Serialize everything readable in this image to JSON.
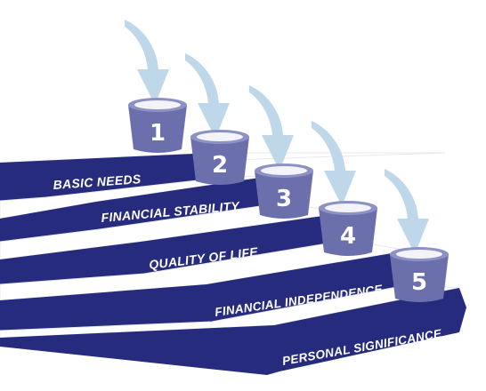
{
  "colors": {
    "stair_face": "#262b7d",
    "stair_top": "#ffffff",
    "stair_edge": "#e6e8f2",
    "label_text": "#ffffff",
    "bucket_body": "#6b70ad",
    "bucket_rim": "#8d91c4",
    "bucket_inner": "#f3f4f9",
    "bucket_number": "#ffffff",
    "arrow": "#bed8ea"
  },
  "steps": [
    {
      "number": "1",
      "label": "BASIC NEEDS",
      "icon": "bucket-icon",
      "arrow_icon": "curved-down-arrow-icon"
    },
    {
      "number": "2",
      "label": "FINANCIAL STABILITY",
      "icon": "bucket-icon",
      "arrow_icon": "curved-down-arrow-icon"
    },
    {
      "number": "3",
      "label": "QUALITY OF LIFE",
      "icon": "bucket-icon",
      "arrow_icon": "curved-down-arrow-icon"
    },
    {
      "number": "4",
      "label": "FINANCIAL INDEPENDENCE",
      "icon": "bucket-icon",
      "arrow_icon": "curved-down-arrow-icon"
    },
    {
      "number": "5",
      "label": "PERSONAL SIGNIFICANCE",
      "icon": "bucket-icon",
      "arrow_icon": "curved-down-arrow-icon"
    }
  ]
}
